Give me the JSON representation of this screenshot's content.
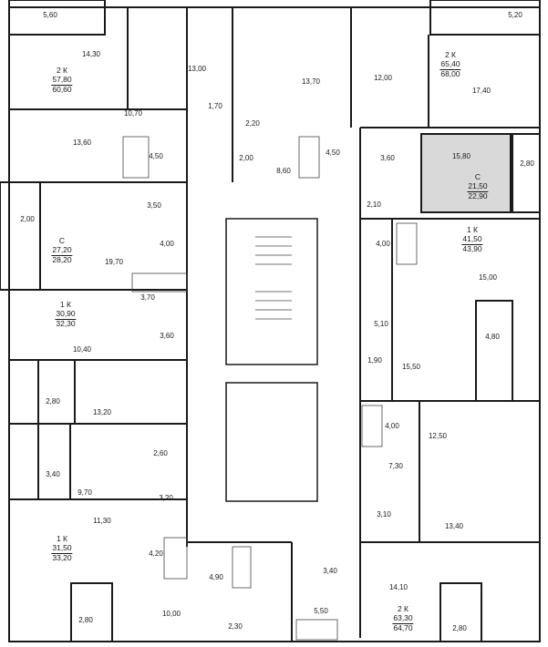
{
  "colors": {
    "wall": "#1a1a1a",
    "line": "#444444",
    "highlight": "#d9d9d9",
    "background": "#ffffff"
  },
  "apartments": {
    "a1": {
      "type": "2 К",
      "living": "57,80",
      "total": "60,60"
    },
    "a2": {
      "type": "2 К",
      "living": "65,40",
      "total": "68,00"
    },
    "a3": {
      "type": "С",
      "living": "27,20",
      "total": "28,20"
    },
    "a4": {
      "type": "С",
      "living": "21,50",
      "total": "22,90"
    },
    "a5": {
      "type": "1 К",
      "living": "41,50",
      "total": "43,90"
    },
    "a6": {
      "type": "1 К",
      "living": "30,90",
      "total": "32,30"
    },
    "a7": {
      "type": "1 К",
      "living": "31,50",
      "total": "33,20"
    },
    "a8": {
      "type": "2 К",
      "living": "63,30",
      "total": "64,70"
    }
  },
  "areas": {
    "r1": "5,60",
    "r2": "14,30",
    "r3": "13,00",
    "r4": "13,70",
    "r5": "12,00",
    "r6": "5,20",
    "r7": "17,40",
    "r8": "10,70",
    "r9": "1,70",
    "r10": "2,20",
    "r11": "13,60",
    "r12": "4,50",
    "r13": "2,00",
    "r14": "8,60",
    "r15": "4,50",
    "r16": "3,60",
    "r17": "15,80",
    "r18": "2,80",
    "r19": "2,10",
    "r20": "3,50",
    "r21": "2,00",
    "r22": "4,00",
    "r23": "19,70",
    "r24": "4,00",
    "r25": "15,00",
    "r26": "3,70",
    "r27": "3,60",
    "r28": "5,10",
    "r29": "4,80",
    "r30": "10,40",
    "r31": "1,90",
    "r32": "15,50",
    "r33": "2,80",
    "r34": "13,20",
    "r35": "4,00",
    "r36": "12,50",
    "r37": "2,60",
    "r38": "3,40",
    "r39": "7,30",
    "r40": "9,70",
    "r41": "3,20",
    "r42": "11,30",
    "r43": "3,10",
    "r44": "13,40",
    "r45": "4,20",
    "r46": "4,90",
    "r47": "3,40",
    "r48": "14,10",
    "r49": "10,00",
    "r50": "2,80",
    "r51": "5,50",
    "r52": "2,30",
    "r53": "2,80"
  }
}
